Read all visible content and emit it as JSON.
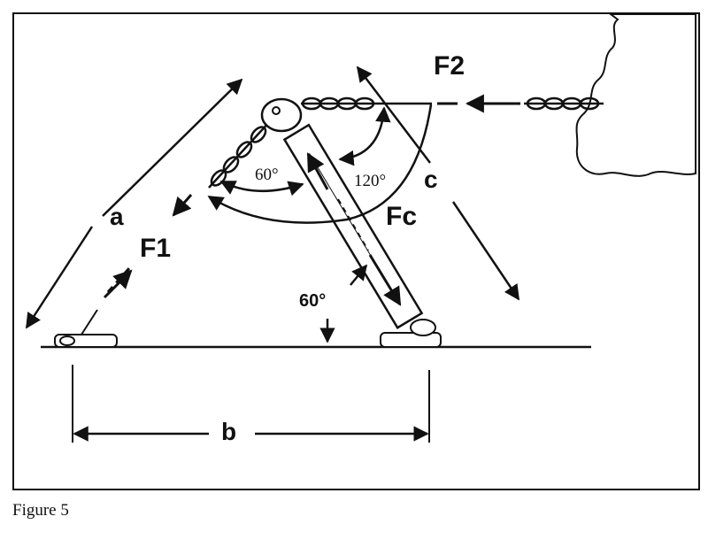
{
  "figure": {
    "caption": "Figure 5",
    "labels": {
      "a": "a",
      "b": "b",
      "c": "c",
      "f1": "F1",
      "f2": "F2",
      "fc": "Fc",
      "angle_60_top": "60°",
      "angle_120": "120°",
      "angle_60_base": "60°"
    }
  }
}
